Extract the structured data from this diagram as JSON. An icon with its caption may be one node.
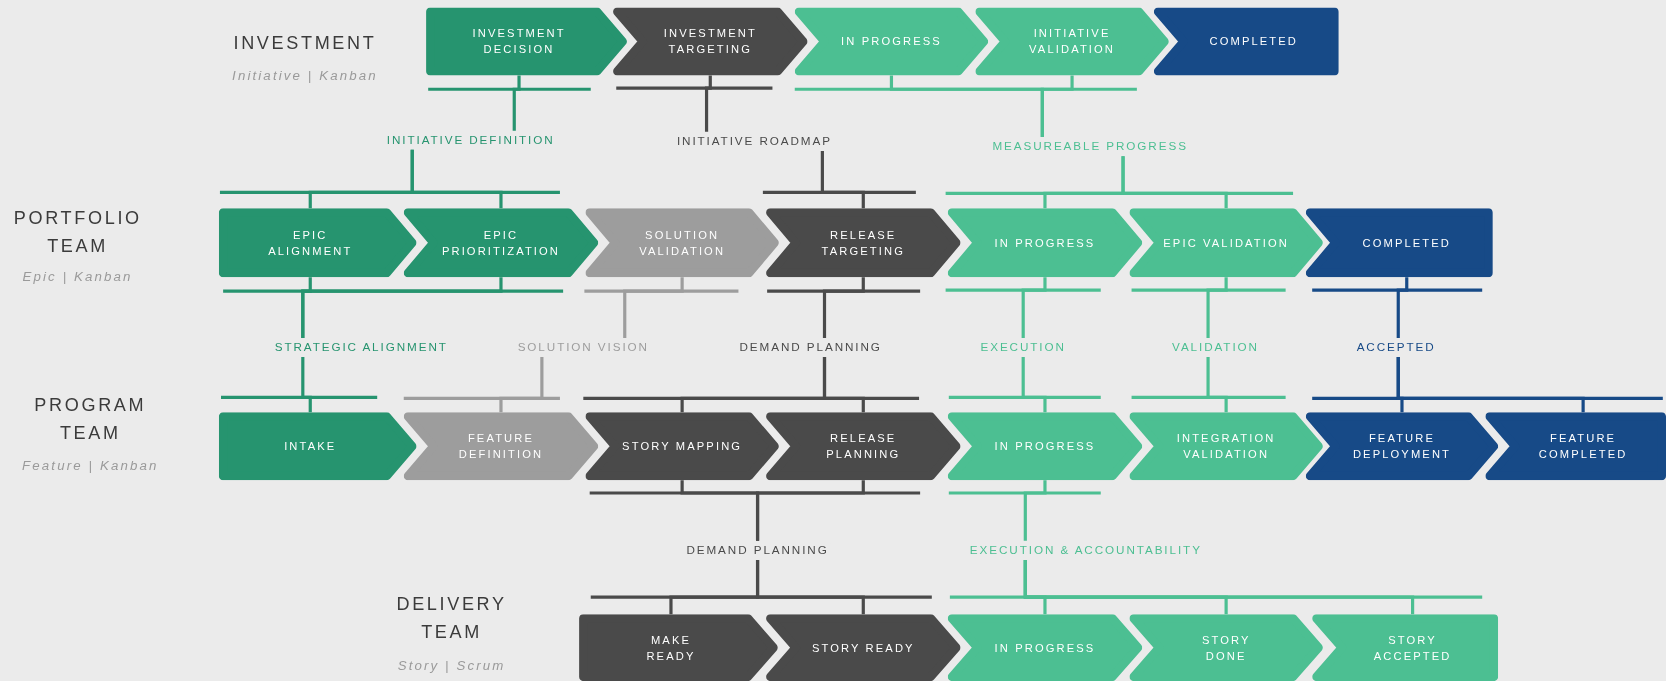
{
  "diagram": {
    "nodes": [
      {
        "text": [
          "INVESTMENT DECISION"
        ]
      },
      {
        "text": [
          "INVESTMENT TARGETING"
        ]
      },
      {
        "text": [
          "IN PROGRESS"
        ]
      },
      {
        "text": [
          "INITIATIVE VALIDATION"
        ]
      },
      {
        "text": [
          "COMPLETED"
        ]
      },
      {
        "text": [
          "INITIATIVE DEFINITION"
        ]
      },
      {
        "text": [
          "INITIATIVE ROADMAP"
        ]
      },
      {
        "text": [
          "MEASUREABLE PROGRESS"
        ]
      },
      {
        "text": [
          "EPIC ALIGNMENT"
        ]
      },
      {
        "text": [
          "EPIC PRIORITIZATION"
        ]
      },
      {
        "text": [
          "SOLUTION VALIDATION"
        ]
      },
      {
        "text": [
          "RELEASE TARGETING"
        ]
      },
      {
        "text": [
          "IN PROGRESS"
        ]
      },
      {
        "text": [
          "EPIC VALIDATION"
        ]
      },
      {
        "text": [
          "COMPLETED"
        ]
      },
      {
        "text": [
          "STRATEGIC ALIGNMENT"
        ]
      },
      {
        "text": [
          "SOLUTION VISION"
        ]
      },
      {
        "text": [
          "DEMAND PLANNING"
        ]
      },
      {
        "text": [
          "EXECUTION"
        ]
      },
      {
        "text": [
          "VALIDATION"
        ]
      },
      {
        "text": [
          "ACCEPTED"
        ]
      },
      {
        "text": [
          "INTAKE"
        ]
      },
      {
        "text": [
          "FEATURE DEFINITION"
        ]
      },
      {
        "text": [
          "STORY MAPPING"
        ]
      },
      {
        "text": [
          "RELEASE PLANNING"
        ]
      },
      {
        "text": [
          "IN PROGRESS"
        ]
      },
      {
        "text": [
          "INTEGRATION VALIDATION"
        ]
      },
      {
        "text": [
          "FEATURE DEPLOYMENT"
        ]
      },
      {
        "text": [
          "FEATURE COMPLETED"
        ]
      },
      {
        "text": [
          "DEMAND PLANNING"
        ]
      },
      {
        "text": [
          "EXECUTION & ACCOUNTABILITY"
        ]
      },
      {
        "text": [
          "MAKE READY"
        ]
      },
      {
        "text": [
          "STORY READY"
        ]
      },
      {
        "text": [
          "IN PROGRESS"
        ]
      },
      {
        "text": [
          "STORY DONE"
        ]
      },
      {
        "text": [
          "STORY ACCEPTED"
        ]
      }
    ],
    "edges": [
      {
        "from": 0,
        "to": 5,
        "arrow": "none",
        "color": "#26946f"
      },
      {
        "from": 1,
        "to": 6,
        "arrow": "none",
        "color": "#4a4a4a"
      },
      {
        "from": 2,
        "to": 7,
        "arrow": "none"
      },
      {
        "from": 3,
        "to": 7,
        "arrow": "none"
      },
      {
        "from": 5,
        "to": 8,
        "arrow": "none",
        "color": "#26946f"
      },
      {
        "from": 5,
        "to": 9,
        "arrow": "none",
        "color": "#26946f"
      },
      {
        "from": 6,
        "to": 11,
        "arrow": "none",
        "color": "#4a4a4a"
      },
      {
        "from": 7,
        "to": 12,
        "arrow": "none"
      },
      {
        "from": 7,
        "to": 13,
        "arrow": "none"
      },
      {
        "from": 8,
        "to": 15,
        "arrow": "none",
        "color": "#26946f"
      },
      {
        "from": 9,
        "to": 15,
        "arrow": "none",
        "color": "#26946f"
      },
      {
        "from": 10,
        "to": 16,
        "arrow": "none",
        "color": "#9d9d9d"
      },
      {
        "from": 11,
        "to": 17,
        "arrow": "none",
        "color": "#4a4a4a"
      },
      {
        "from": 12,
        "to": 18,
        "arrow": "none"
      },
      {
        "from": 13,
        "to": 19,
        "arrow": "none"
      },
      {
        "from": 14,
        "to": 20,
        "arrow": "none",
        "color": "#174a87"
      },
      {
        "from": 15,
        "to": 21,
        "arrow": "none",
        "color": "#26946f"
      },
      {
        "from": 16,
        "to": 22,
        "arrow": "none",
        "color": "#9d9d9d"
      },
      {
        "from": 17,
        "to": 23,
        "arrow": "none",
        "color": "#4a4a4a"
      },
      {
        "from": 17,
        "to": 24,
        "arrow": "none",
        "color": "#4a4a4a"
      },
      {
        "from": 18,
        "to": 25,
        "arrow": "none"
      },
      {
        "from": 19,
        "to": 26,
        "arrow": "none"
      },
      {
        "from": 20,
        "to": 27,
        "arrow": "none",
        "color": "#174a87"
      },
      {
        "from": 20,
        "to": 28,
        "arrow": "none",
        "color": "#174a87"
      },
      {
        "from": 23,
        "to": 29,
        "arrow": "none",
        "color": "#4a4a4a"
      },
      {
        "from": 24,
        "to": 29,
        "arrow": "none",
        "color": "#4a4a4a"
      },
      {
        "from": 25,
        "to": 30,
        "arrow": "none"
      },
      {
        "from": 29,
        "to": 31,
        "arrow": "none",
        "color": "#4a4a4a"
      },
      {
        "from": 29,
        "to": 32,
        "arrow": "none",
        "color": "#4a4a4a"
      },
      {
        "from": 30,
        "to": 33,
        "arrow": "none"
      },
      {
        "from": 30,
        "to": 34,
        "arrow": "none"
      },
      {
        "from": 30,
        "to": 35,
        "arrow": "none"
      }
    ],
    "labels": [
      "INVESTMENT",
      "Initiative | Kanban",
      "PORTFOLIO TEAM",
      "Epic | Kanban",
      "PROGRAM TEAM",
      "Feature | Kanban",
      "DELIVERY TEAM",
      "Story | Scrum"
    ]
  }
}
